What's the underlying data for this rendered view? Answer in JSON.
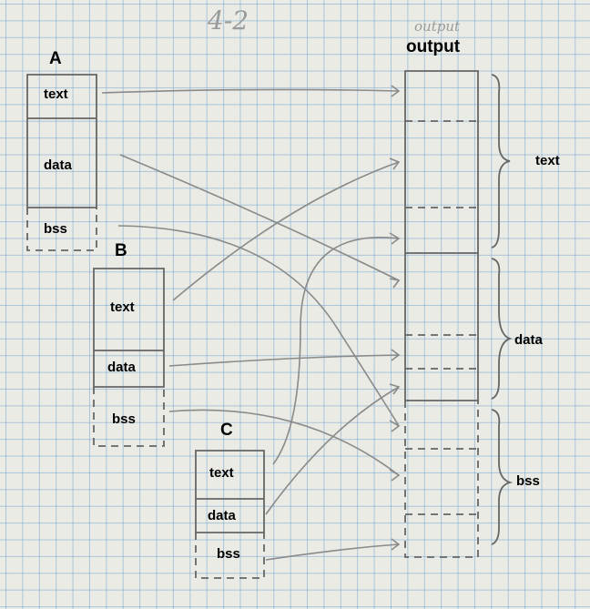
{
  "page_note": "4-2",
  "handwritten_output": "output",
  "modules": [
    {
      "name": "A",
      "sections": [
        "text",
        "data",
        "bss"
      ]
    },
    {
      "name": "B",
      "sections": [
        "text",
        "data",
        "bss"
      ]
    },
    {
      "name": "C",
      "sections": [
        "text",
        "data",
        "bss"
      ]
    }
  ],
  "output": {
    "title": "output",
    "groups": [
      "text",
      "data",
      "bss"
    ]
  }
}
